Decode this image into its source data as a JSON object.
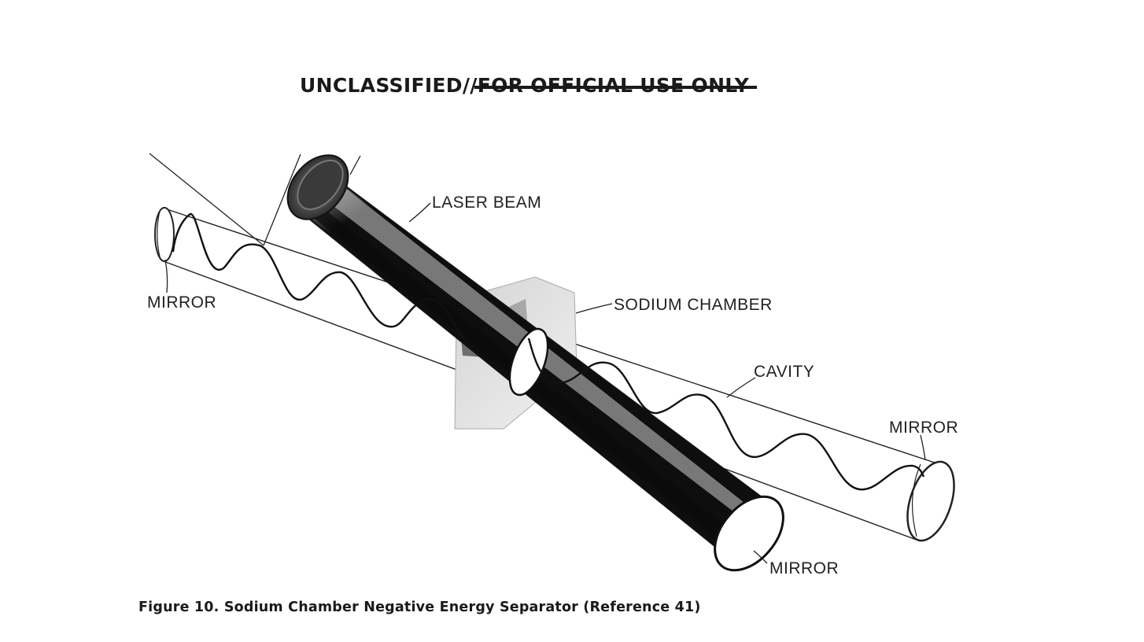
{
  "marking": {
    "prefix": "UNCLASSIFIED//",
    "struck": "FOR OFFICIAL USE ONLY"
  },
  "diagram": {
    "labels": {
      "laser_beam": "LASER BEAM",
      "sodium_chamber": "SODIUM CHAMBER",
      "cavity": "CAVITY",
      "mirror_left": "MIRROR",
      "mirror_right": "MIRROR",
      "mirror_bottom": "MIRROR"
    }
  },
  "caption": "Figure 10. Sodium Chamber Negative Energy Separator (Reference 41)"
}
